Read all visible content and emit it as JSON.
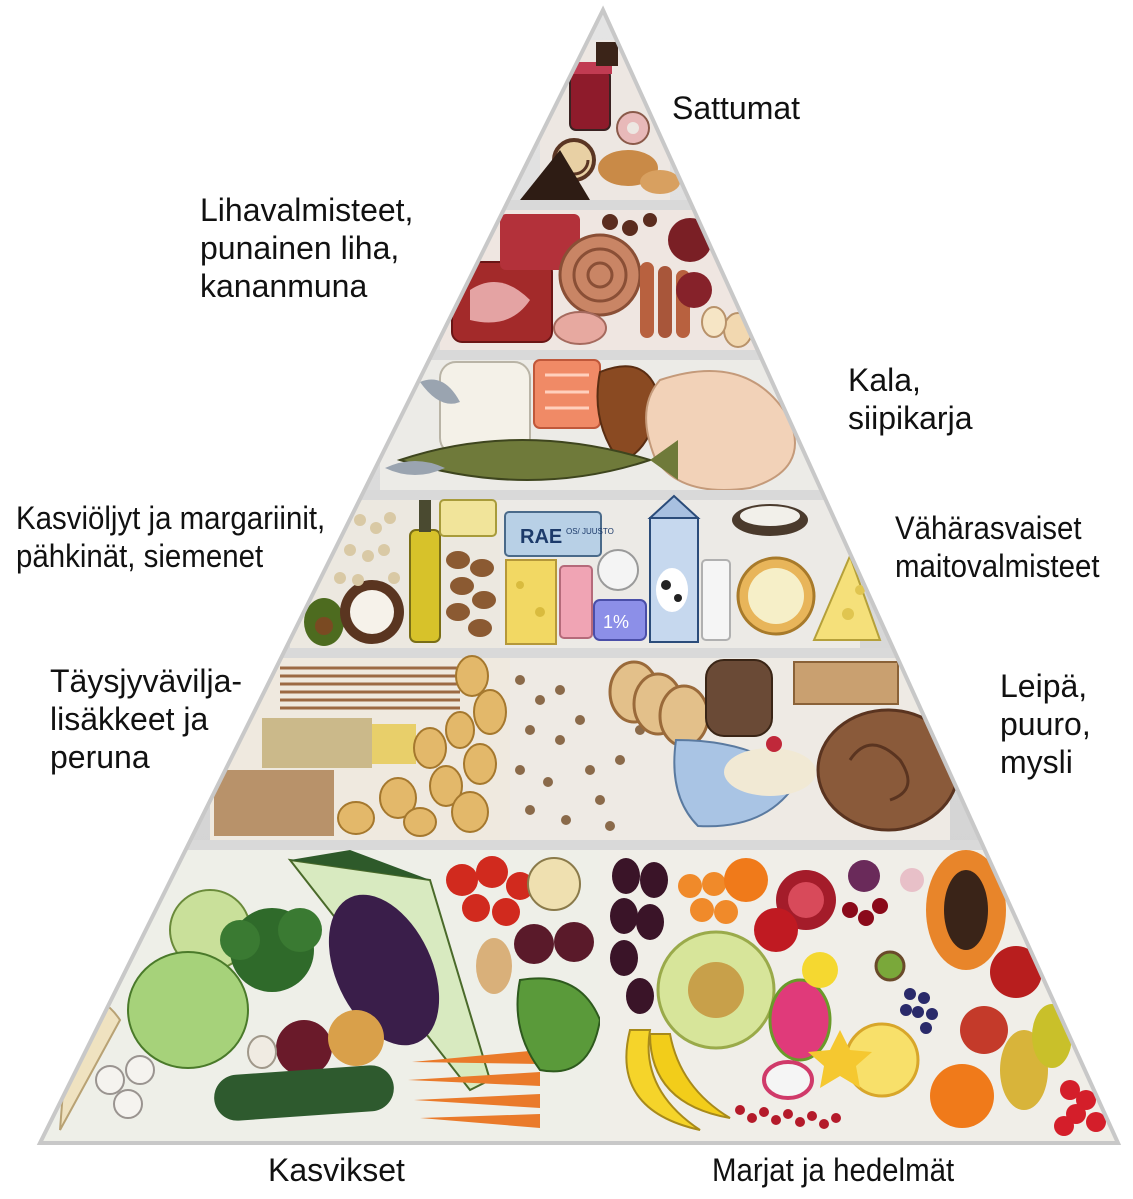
{
  "pyramid": {
    "tiers": [
      {
        "id": "sattumat",
        "label": "Sattumat",
        "sections": [
          "treats"
        ]
      },
      {
        "id": "liha",
        "label": "Lihavalmisteet,\npunainen liha,\nkananmuna",
        "sections": [
          "meat"
        ]
      },
      {
        "id": "kala",
        "label": "Kala,\nsiipikarja",
        "sections": [
          "fish-poultry"
        ]
      },
      {
        "id": "oljyt-maito",
        "labels": [
          "Kasviöljyt ja margariinit,\npähkinät, siemenet",
          "Vähärasvaiset\nmaitovalmisteet"
        ],
        "sections": [
          "oils-nuts",
          "dairy"
        ]
      },
      {
        "id": "vilja",
        "labels": [
          "Täysjyvävilja-\nlisäkkeet ja\nperuna",
          "Leipä,\npuuro,\nmysli"
        ],
        "sections": [
          "grains-potato",
          "bread-porridge"
        ]
      },
      {
        "id": "kasvis-hedelma",
        "labels": [
          "Kasvikset",
          "Marjat ja hedelmät"
        ],
        "sections": [
          "vegetables",
          "fruit-berries"
        ]
      }
    ]
  },
  "labels": {
    "sattumat": "Sattumat",
    "liha": "Lihavalmisteet,\npunainen liha,\nkananmuna",
    "kala": "Kala,\nsiipikarja",
    "oljyt": "Kasviöljyt ja margariinit,\npähkinät, siemenet",
    "maito": "Vähärasvaiset\nmaitovalmisteet",
    "vilja": "Täysjyvävilja-\nlisäkkeet ja\nperuna",
    "leipa": "Leipä,\npuuro,\nmysli",
    "kasvikset": "Kasvikset",
    "marjat": "Marjat ja hedelmät"
  },
  "package_text": {
    "rae": "RAE",
    "rae_sub": "OS/ JUUSTO",
    "percent": "1%"
  },
  "colors": {
    "pyramid_frame": "#d9d9d9",
    "text": "#111111"
  }
}
